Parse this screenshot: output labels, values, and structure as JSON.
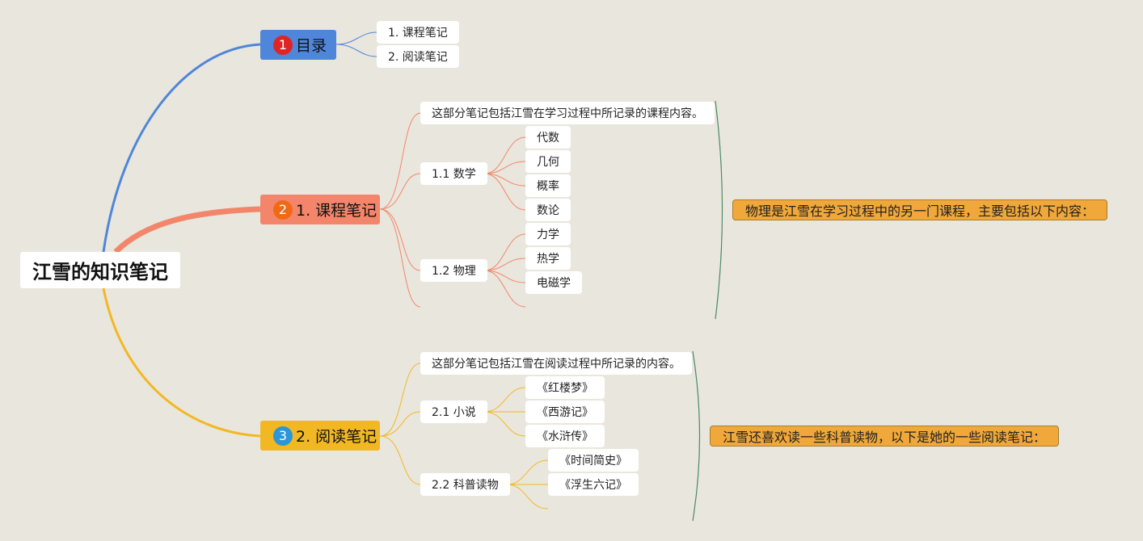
{
  "root": {
    "label": "江雪的知识笔记"
  },
  "toc": {
    "badge": "1",
    "label": "目录",
    "color": "#4f86d9",
    "badge_color": "#e02424",
    "items": [
      "1. 课程笔记",
      "2. 阅读笔记"
    ]
  },
  "course": {
    "badge": "2",
    "label": "1. 课程笔记",
    "color": "#f3866a",
    "badge_color": "#f06a16",
    "intro": "这部分笔记包括江雪在学习过程中所记录的课程内容。",
    "math": {
      "label": "1.1 数学",
      "items": [
        "代数",
        "几何",
        "概率",
        "数论"
      ]
    },
    "physics": {
      "label": "1.2 物理",
      "items": [
        "力学",
        "热学",
        "电磁学"
      ]
    },
    "note": "物理是江雪在学习过程中的另一门课程，主要包括以下内容："
  },
  "reading": {
    "badge": "3",
    "label": "2. 阅读笔记",
    "color": "#f2b824",
    "badge_color": "#2b96d8",
    "intro": "这部分笔记包括江雪在阅读过程中所记录的内容。",
    "novels": {
      "label": "2.1 小说",
      "items": [
        "《红楼梦》",
        "《西游记》",
        "《水浒传》"
      ]
    },
    "science": {
      "label": "2.2 科普读物",
      "items": [
        "《时间简史》",
        "《浮生六记》"
      ]
    },
    "note": "江雪还喜欢读一些科普读物，以下是她的一些阅读笔记："
  }
}
